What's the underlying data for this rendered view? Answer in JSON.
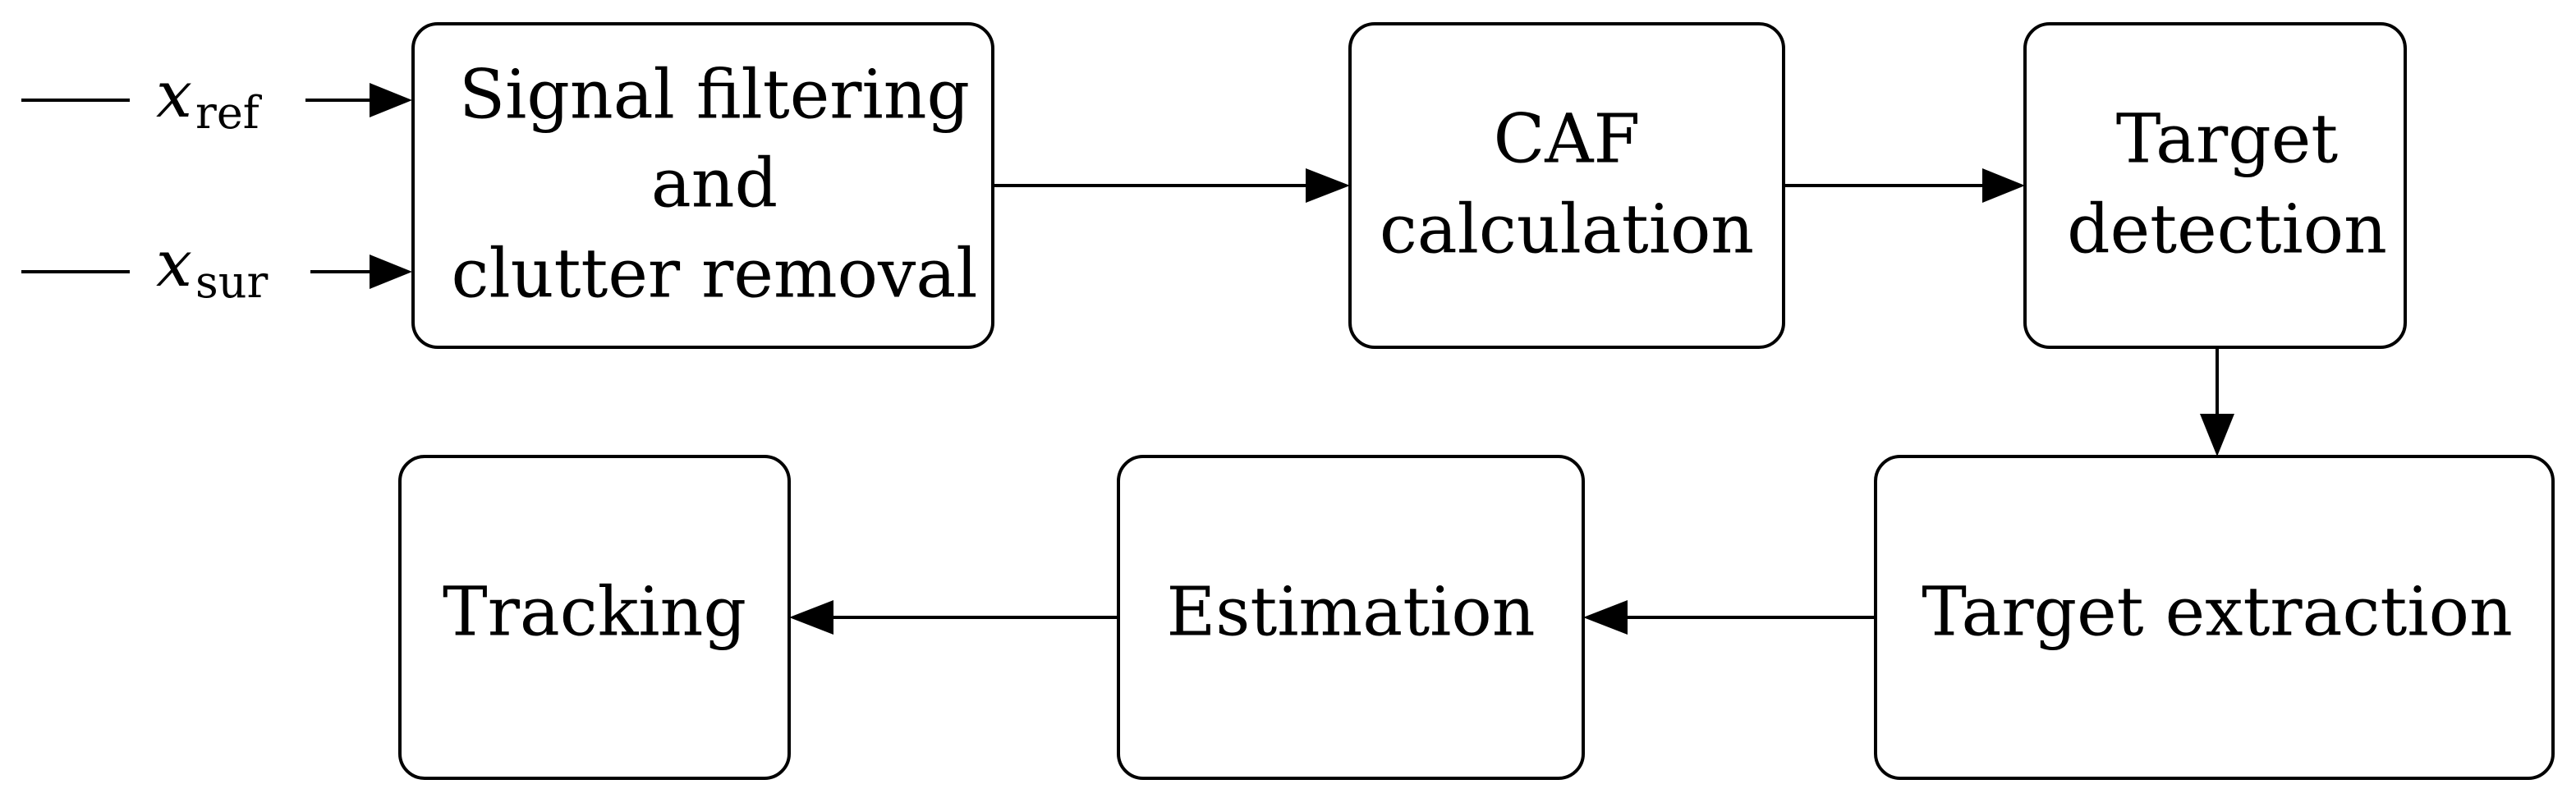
{
  "inputs": {
    "ref": {
      "symbol": "x",
      "subscript": "ref"
    },
    "sur": {
      "symbol": "x",
      "subscript": "sur"
    }
  },
  "blocks": {
    "signal_filtering": {
      "lines": [
        "Signal filtering",
        "and",
        "clutter removal"
      ]
    },
    "caf": {
      "lines": [
        "CAF",
        "calculation"
      ]
    },
    "target_detection": {
      "lines": [
        "Target",
        "detection"
      ]
    },
    "target_extraction": {
      "lines": [
        "Target extraction"
      ]
    },
    "estimation": {
      "lines": [
        "Estimation"
      ]
    },
    "tracking": {
      "lines": [
        "Tracking"
      ]
    }
  },
  "flow": [
    "signal_filtering",
    "caf",
    "target_detection",
    "target_extraction",
    "estimation",
    "tracking"
  ]
}
